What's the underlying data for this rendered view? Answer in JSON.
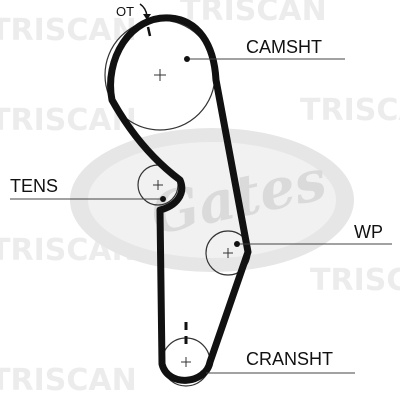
{
  "diagram": {
    "labels": {
      "ot": "OT",
      "camshaft": "CAMSHT",
      "tensioner": "TENS",
      "water_pump": "WP",
      "crankshaft": "CRANSHT"
    },
    "watermark": {
      "text": "TRISCAN",
      "logo_text": "Gates"
    }
  },
  "colors": {
    "belt": "#111111",
    "pulley": "#333333",
    "leader": "#444444",
    "watermark": "#e4e4e4",
    "logo": "#e8e8e8"
  }
}
